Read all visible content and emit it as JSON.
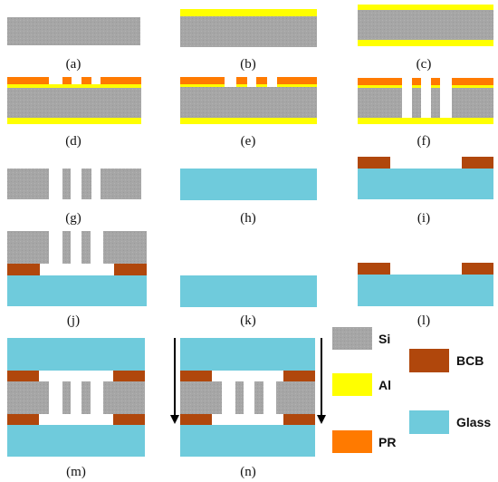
{
  "colors": {
    "si": "#a6a6a6",
    "al": "#ffff00",
    "pr": "#ff7a00",
    "bcb": "#b0470c",
    "glass": "#6fcbdc",
    "arrow": "#000000"
  },
  "labels": {
    "a": "(a)",
    "b": "(b)",
    "c": "(c)",
    "d": "(d)",
    "e": "(e)",
    "f": "(f)",
    "g": "(g)",
    "h": "(h)",
    "i": "(i)",
    "j": "(j)",
    "k": "(k)",
    "l": "(l)",
    "m": "(m)",
    "n": "(n)"
  },
  "legend": {
    "si": "Si",
    "al": "Al",
    "pr": "PR",
    "bcb": "BCB",
    "glass": "Glass"
  }
}
